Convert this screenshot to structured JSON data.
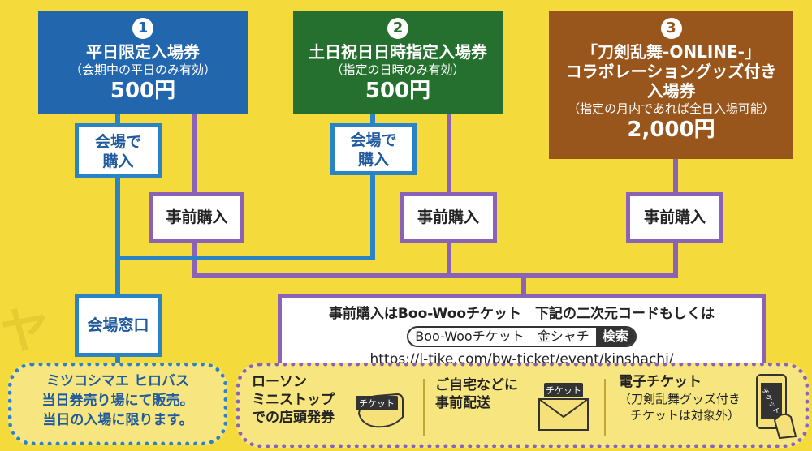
{
  "tickets": [
    {
      "num": "1",
      "name": "平日限定入場券",
      "sub": "（会期中の平日のみ有効）",
      "price": "500円"
    },
    {
      "num": "2",
      "name": "土日祝日日時指定入場券",
      "sub": "（指定の日時のみ有効）",
      "price": "500円"
    },
    {
      "num": "3",
      "name_line1": "「刀剣乱舞-ONLINE-」",
      "name_line2": "コラボレーショングッズ付き",
      "name_line3": "入場券",
      "sub": "（指定の月内であれば全日入場可能）",
      "price": "2,000円"
    }
  ],
  "venue_buy": {
    "line1": "会場で",
    "line2": "購入"
  },
  "advance_label": "事前購入",
  "venue_window": "会場窓口",
  "advance_info": {
    "line1": "事前購入はBoo-Wooチケット　下記の二次元コードもしくは",
    "search_term": "Boo-Wooチケット　金シャチ",
    "search_button": "検索",
    "url": "https://l-tike.com/bw-ticket/event/kinshachi/"
  },
  "walkin": {
    "line1": "ミツコシマエ ヒロバス",
    "line2": "当日券売り場にて販売。",
    "line3": "当日の入場に限ります。"
  },
  "options": [
    {
      "line1": "ローソン",
      "line2": "ミニストップ",
      "line3": "での店頭発券",
      "icon": "ticket-hand-icon",
      "icon_text": "チケット"
    },
    {
      "line1": "ご自宅などに",
      "line2": "事前配送",
      "icon": "ticket-envelope-icon",
      "icon_text": "チケット"
    },
    {
      "line1": "電子チケット",
      "note1": "（刀剣乱舞グッズ付き",
      "note2": "チケットは対象外）",
      "icon": "smartphone-ticket-icon",
      "icon_text": "チケット"
    }
  ],
  "colors": {
    "background": "#f4da3b",
    "blue": "#2266ad",
    "green": "#25702e",
    "brown": "#98561d",
    "line_blue": "#2a83c7",
    "line_purple": "#8a63b8"
  }
}
